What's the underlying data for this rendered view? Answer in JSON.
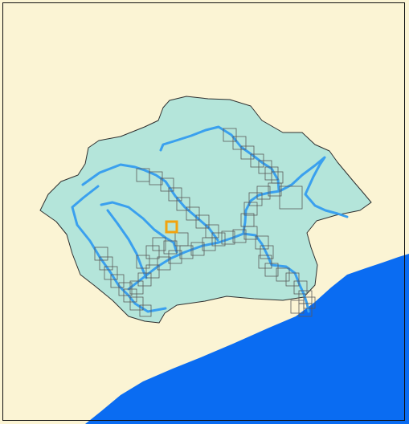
{
  "map": {
    "colors": {
      "land": "#FBF4D4",
      "watershed_fill": "#B4E5DA",
      "watershed_outline": "#2E2E2E",
      "rivers": "#3AA0EE",
      "sea": "#0A6CF2",
      "grid_cells": "#5A5A5A",
      "highlighted_cell": "#F2A30F",
      "frame": "#111111"
    },
    "layers": [
      {
        "name": "land-background"
      },
      {
        "name": "sea"
      },
      {
        "name": "watershed"
      },
      {
        "name": "river-network"
      },
      {
        "name": "grid-cells"
      },
      {
        "name": "selected-cell"
      }
    ]
  }
}
